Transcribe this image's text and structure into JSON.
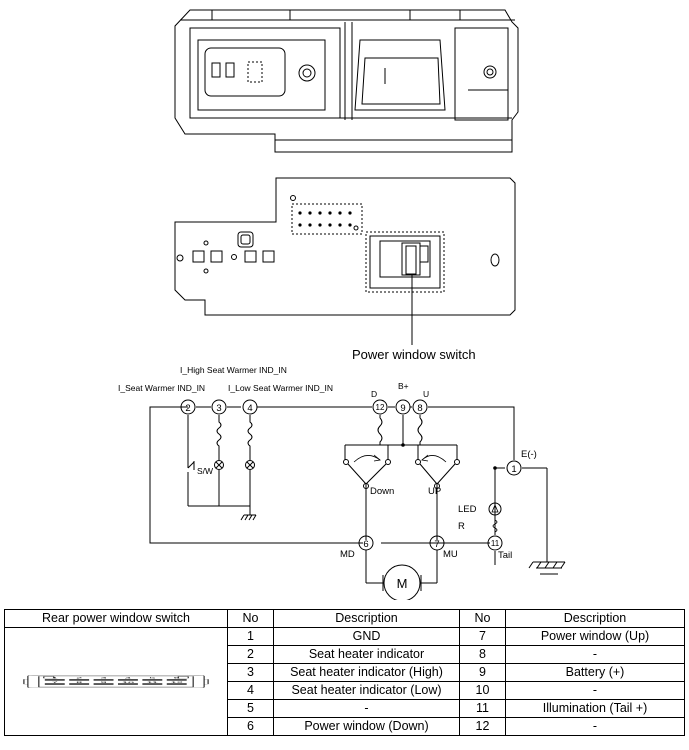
{
  "callout": "Power window switch",
  "schematic": {
    "pin2_signal": "I_Seat Warmer IND_IN",
    "pin3_signal": "I_High Seat Warmer IND_IN",
    "pin4_signal": "I_Low Seat Warmer IND_IN",
    "pin12_signal": "D",
    "pin9_signal": "B+",
    "pin8_signal": "U",
    "pin1_signal": "E(-)",
    "switch_label": "S/W",
    "down_label": "Down",
    "up_label": "UP",
    "led_label": "LED",
    "resistor_label": "R",
    "tail_label": "Tail",
    "md_label": "MD",
    "mu_label": "MU",
    "motor_label": "M",
    "pins": {
      "p1": "1",
      "p2": "2",
      "p3": "3",
      "p4": "4",
      "p6": "6",
      "p7": "7",
      "p8": "8",
      "p9": "9",
      "p11": "11",
      "p12": "12"
    }
  },
  "table": {
    "connector_header": "Rear power window switch",
    "no_header": "No",
    "desc_header": "Description",
    "connector_pins_top": [
      "1",
      "2",
      "3",
      "4",
      "5",
      "6"
    ],
    "connector_pins_bottom": [
      "7",
      "8",
      "9",
      "10",
      "11",
      "12"
    ],
    "rows": [
      {
        "no_left": "1",
        "desc_left": "GND",
        "no_right": "7",
        "desc_right": "Power window (Up)"
      },
      {
        "no_left": "2",
        "desc_left": "Seat heater indicator",
        "no_right": "8",
        "desc_right": "-"
      },
      {
        "no_left": "3",
        "desc_left": "Seat heater indicator (High)",
        "no_right": "9",
        "desc_right": "Battery (+)"
      },
      {
        "no_left": "4",
        "desc_left": "Seat heater indicator (Low)",
        "no_right": "10",
        "desc_right": "-"
      },
      {
        "no_left": "5",
        "desc_left": "-",
        "no_right": "11",
        "desc_right": "Illumination (Tail +)"
      },
      {
        "no_left": "6",
        "desc_left": "Power window (Down)",
        "no_right": "12",
        "desc_right": "-"
      }
    ]
  }
}
